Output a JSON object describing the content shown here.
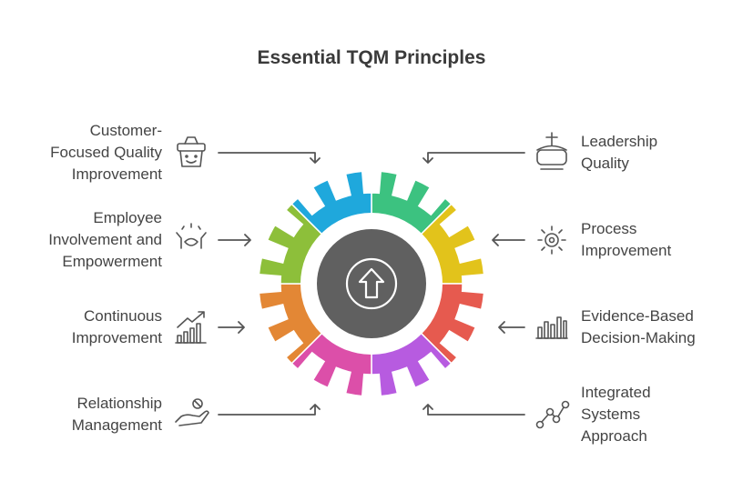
{
  "title": "Essential TQM Principles",
  "center_icon": "arrow-up-circle-icon",
  "principles_left": [
    {
      "lines": [
        "Customer-",
        "Focused Quality",
        "Improvement"
      ],
      "icon": "basket-smile-icon",
      "color": "#1fa8dc"
    },
    {
      "lines": [
        "Employee",
        "Involvement and",
        "Empowerment"
      ],
      "icon": "handshake-icon",
      "color": "#8dbf3a"
    },
    {
      "lines": [
        "Continuous",
        "Improvement"
      ],
      "icon": "growth-chart-icon",
      "color": "#e38735"
    },
    {
      "lines": [
        "Relationship",
        "Management"
      ],
      "icon": "hand-person-icon",
      "color": "#dc4fa9"
    }
  ],
  "principles_right": [
    {
      "lines": [
        "Leadership",
        "Quality"
      ],
      "icon": "crown-icon",
      "color": "#3cc280"
    },
    {
      "lines": [
        "Process",
        "Improvement"
      ],
      "icon": "gear-sun-icon",
      "color": "#e2c31b"
    },
    {
      "lines": [
        "Evidence-Based",
        "Decision-Making"
      ],
      "icon": "bar-chart-icon",
      "color": "#e65a4f"
    },
    {
      "lines": [
        "Integrated",
        "Systems",
        "Approach"
      ],
      "icon": "connected-nodes-icon",
      "color": "#b75be0"
    }
  ]
}
